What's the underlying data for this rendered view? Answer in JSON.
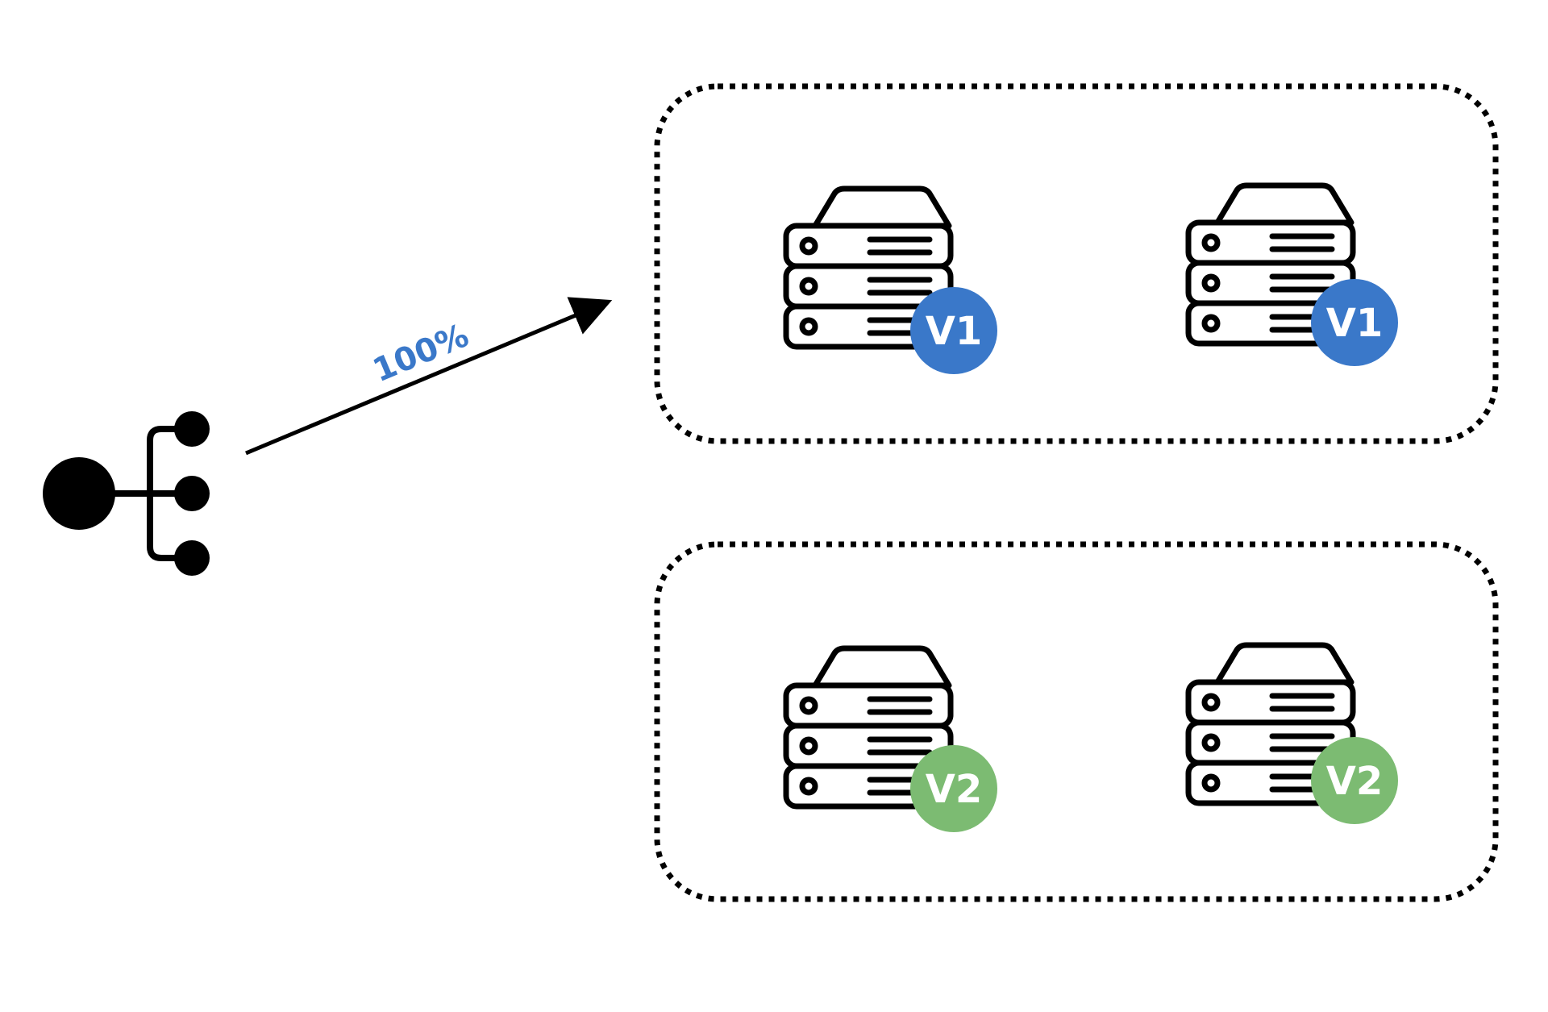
{
  "traffic": {
    "percent_label": "100%",
    "label_color": "#3a78c9"
  },
  "groups": [
    {
      "servers": [
        {
          "version_label": "V1",
          "badge_color": "#3a78c9"
        },
        {
          "version_label": "V1",
          "badge_color": "#3a78c9"
        }
      ]
    },
    {
      "servers": [
        {
          "version_label": "V2",
          "badge_color": "#7cbb72"
        },
        {
          "version_label": "V2",
          "badge_color": "#7cbb72"
        }
      ]
    }
  ],
  "icons": {
    "source": "load-balancer-icon",
    "server": "server-rack-icon"
  }
}
